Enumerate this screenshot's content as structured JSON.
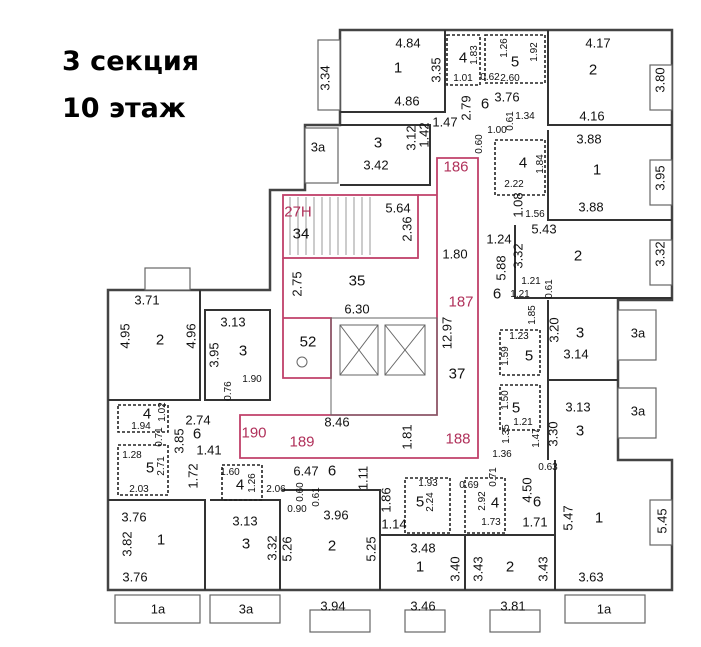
{
  "title": {
    "section": "3 секция",
    "floor": "10 этаж"
  },
  "colors": {
    "walls": "#333333",
    "common_area_outline": "#c0406a",
    "common_area_labels": "#b0305a"
  },
  "dimensions": [
    "4.84",
    "3.35",
    "3.34",
    "4.86",
    "1.83",
    "1.01",
    "1.26",
    "1.92",
    "0.62",
    "2.60",
    "3.76",
    "2.79",
    "1.47",
    "1.42",
    "1.34",
    "0.61",
    "1.00",
    "0.60",
    "4.17",
    "3.80",
    "4.16",
    "3.12",
    "3.42",
    "1.84",
    "2.22",
    "3.88",
    "3.95",
    "3.88",
    "1.08",
    "1.56",
    "5.64",
    "2.36",
    "1.80",
    "1.24",
    "5.88",
    "5.43",
    "3.32",
    "3.32",
    "1.21",
    "0.61",
    "1.21",
    "2.75",
    "6.30",
    "12.97",
    "3.71",
    "4.95",
    "4.96",
    "3.13",
    "3.95",
    "1.90",
    "0.76",
    "1.85",
    "3.20",
    "3.14",
    "1.23",
    "1.59",
    "1.50",
    "1.21",
    "3.13",
    "3.30",
    "1.35",
    "1.47",
    "1.36",
    "0.63",
    "1.94",
    "1.02",
    "2.74",
    "0.71",
    "3.85",
    "1.28",
    "2.71",
    "1.41",
    "1.72",
    "2.03",
    "8.46",
    "1.81",
    "1.60",
    "1.26",
    "2.06",
    "6.47",
    "1.11",
    "0.60",
    "0.61",
    "0.90",
    "3.13",
    "3.32",
    "3.96",
    "5.26",
    "5.25",
    "1.86",
    "1.14",
    "1.93",
    "2.24",
    "0.69",
    "0.71",
    "2.92",
    "4.50",
    "1.73",
    "1.71",
    "5.47",
    "5.45",
    "3.76",
    "3.82",
    "3.76",
    "3.48",
    "3.40",
    "3.43",
    "3.43",
    "3.94",
    "3.46",
    "3.81",
    "3.63"
  ],
  "rooms": [
    "1",
    "4",
    "5",
    "6",
    "2",
    "3",
    "4",
    "1",
    "34",
    "6",
    "2",
    "35",
    "52",
    "37",
    "2",
    "3",
    "3",
    "5",
    "5",
    "3",
    "4",
    "6",
    "5",
    "4",
    "6",
    "3",
    "2",
    "5",
    "4",
    "6",
    "1",
    "1",
    "1",
    "2"
  ],
  "balconies": [
    "3a",
    "3a",
    "3a",
    "1a",
    "3a",
    "1a"
  ],
  "common_areas": [
    "186",
    "27Н",
    "187",
    "190",
    "189",
    "188"
  ]
}
